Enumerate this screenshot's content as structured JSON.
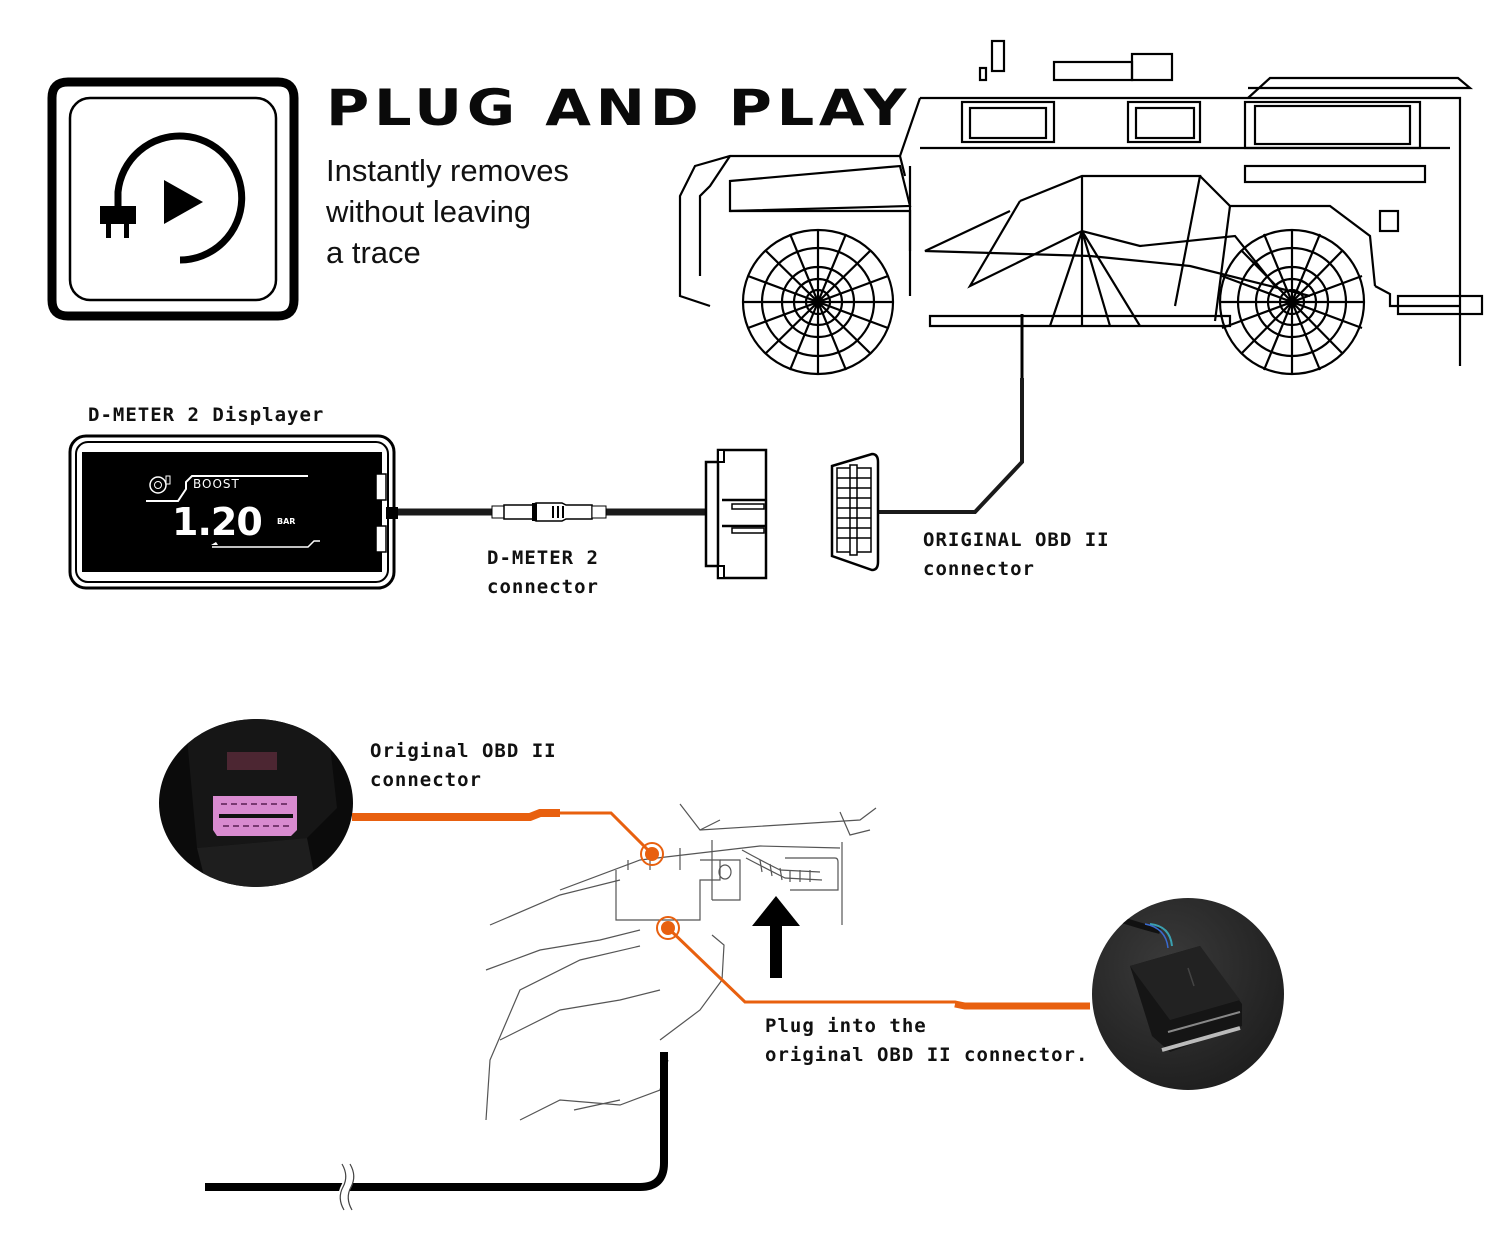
{
  "header": {
    "title": "PLUG AND PLAY",
    "subtitle_lines": [
      "Instantly removes",
      "without leaving",
      "a trace"
    ],
    "icon": "plug-play-icon"
  },
  "diagram": {
    "displayer_label": "D-METER 2 Displayer",
    "screen": {
      "mode_label": "BOOST",
      "value": "1.20",
      "unit": "BAR",
      "icon": "turbo-icon"
    },
    "dmeter_connector_label": [
      "D-METER 2",
      "connector"
    ],
    "obd_connector_label": [
      "ORIGINAL OBD II",
      "connector"
    ],
    "vehicle": "armored-vehicle-wireframe"
  },
  "installation": {
    "original_obd_label": [
      "Original OBD II",
      "connector"
    ],
    "plug_instruction": [
      "Plug into the",
      "original OBD II connector."
    ],
    "accent_color": "#e8600f",
    "obd_pin_color": "#d98bd0"
  }
}
